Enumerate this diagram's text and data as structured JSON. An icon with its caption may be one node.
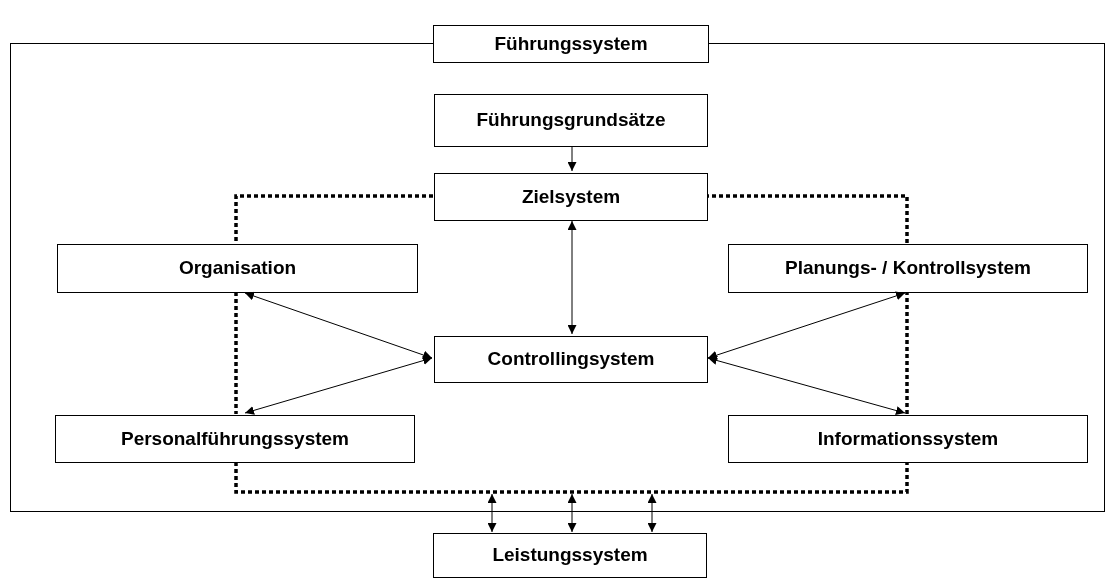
{
  "diagram": {
    "nodes": [
      {
        "text": [
          "Führungssystem"
        ]
      },
      {
        "text": [
          "Führungsgrundsätze"
        ],
        "in": 0
      },
      {
        "text": [
          "Zielsystem"
        ],
        "in": 0
      },
      {
        "text": [
          "Organisation"
        ],
        "in": 0
      },
      {
        "text": [
          "Planungs- / Kontrollsystem"
        ],
        "in": 0
      },
      {
        "text": [
          "Controllingsystem"
        ],
        "in": 0
      },
      {
        "text": [
          "Personalführungssystem"
        ],
        "in": 0
      },
      {
        "text": [
          "Informationssystem"
        ],
        "in": 0
      },
      {
        "text": [
          "Leistungssystem"
        ]
      }
    ],
    "edges": [
      {
        "from": 1,
        "to": 2,
        "arrow": "to"
      },
      {
        "from": 2,
        "to": 5,
        "arrow": "both"
      },
      {
        "from": 5,
        "to": 3,
        "arrow": "both"
      },
      {
        "from": 5,
        "to": 6,
        "arrow": "both"
      },
      {
        "from": 5,
        "to": 4,
        "arrow": "both"
      },
      {
        "from": 5,
        "to": 7,
        "arrow": "both"
      },
      {
        "from": 2,
        "to": 3,
        "arrow": "none",
        "style": "dashed"
      },
      {
        "from": 3,
        "to": 6,
        "arrow": "none",
        "style": "dashed"
      },
      {
        "from": 6,
        "to": 7,
        "arrow": "none",
        "style": "dashed"
      },
      {
        "from": 7,
        "to": 4,
        "arrow": "none",
        "style": "dashed"
      },
      {
        "from": 4,
        "to": 2,
        "arrow": "none",
        "style": "dashed"
      },
      {
        "from": 0,
        "to": 8,
        "arrow": "both"
      },
      {
        "from": 0,
        "to": 8,
        "arrow": "both"
      },
      {
        "from": 0,
        "to": 8,
        "arrow": "both"
      }
    ]
  }
}
